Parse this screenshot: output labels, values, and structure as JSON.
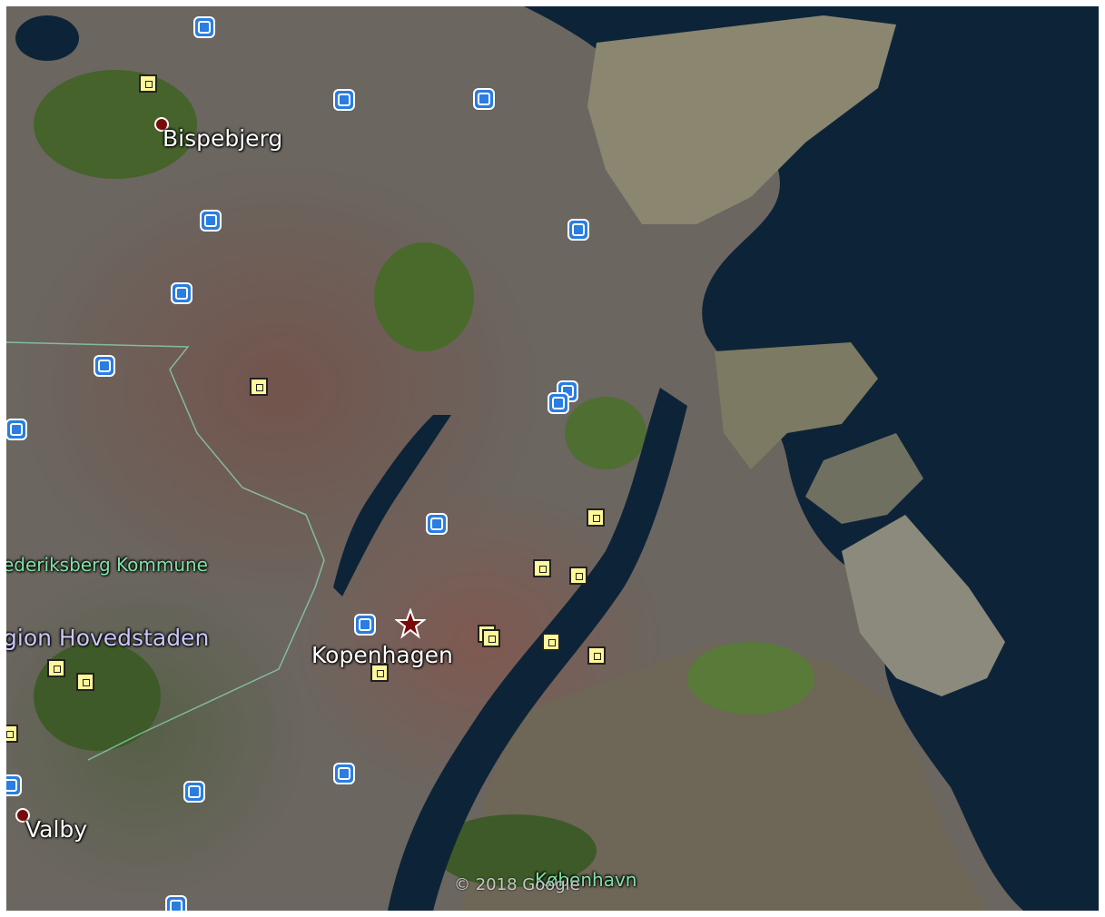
{
  "map": {
    "labels": {
      "bispebjerg": "Bispebjerg",
      "frederiksberg": "ederiksberg Kommune",
      "region": "gion Hovedstaden",
      "kopenhagen": "Kopenhagen",
      "valby": "Valby",
      "kobenhavn": "København"
    },
    "copyright": "© 2018 Google",
    "colors": {
      "water": "#0d2438",
      "park": "#4a6a2c",
      "marker_fill": "#fff79a",
      "metro": "#2a7de1",
      "city_dot": "#7a0b0b",
      "star": "#7a0b0b"
    },
    "icons": {
      "metro": "metro-station-icon",
      "poi": "poi-square-icon",
      "city": "city-dot-icon",
      "capital": "capital-star-icon"
    }
  }
}
